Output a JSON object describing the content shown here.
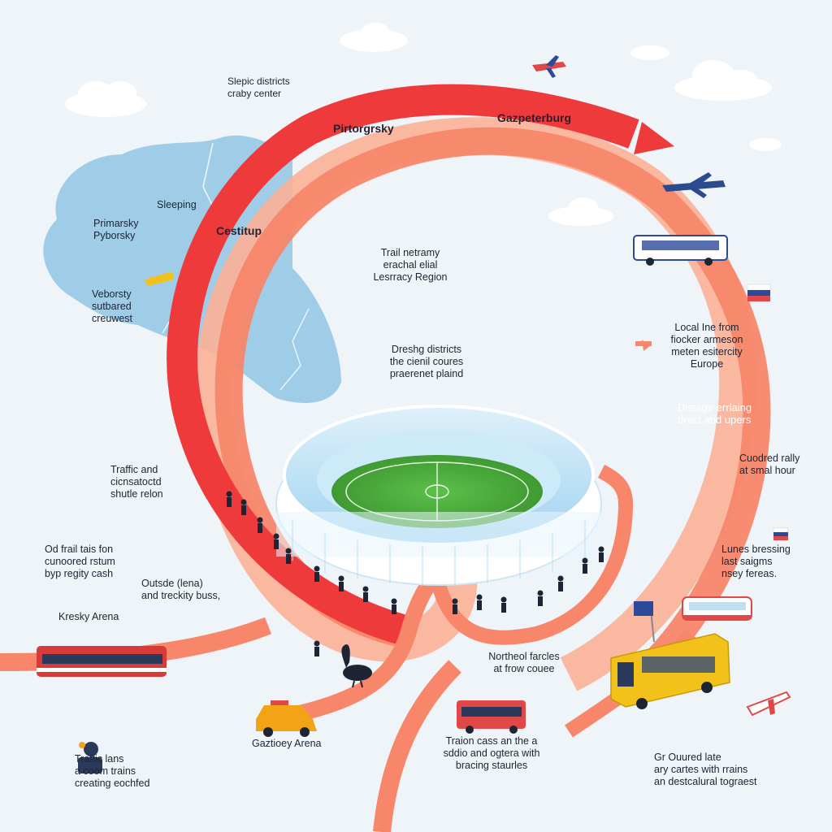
{
  "colors": {
    "background": "#eef4f8",
    "arc_red": "#ef3a3c",
    "arc_salmon": "#f7866a",
    "arc_light": "#fbb197",
    "map_blue": "#9fcde8",
    "pitch_green": "#4fae3c",
    "bus_yellow": "#f3c21a"
  },
  "arc_labels": {
    "left": "Pirtorgrsky",
    "right": "Gazpeterburg",
    "map": "Cestitup"
  },
  "labels": {
    "top_note": "Slepic districts\ncraby center",
    "sleeping": "Sleeping",
    "primorsky": "Primarsky\nPyborsky",
    "vyborgsky": "Veborsty\nsutbared\ncreuwest",
    "trail_region": "Trail netramy\nerachal elial\nLesrracy Region",
    "districts_center": "Dreshg districts\nthe cienil coures\npraerenet plaind",
    "local_line": "Local Ine from\nfiocker armeson\nmeten esitercity\nEurope",
    "distage": "Distage errlaing\ndrect and upers",
    "crowded": "Cuodred rally\nat smal hour",
    "traffic_shuttle": "Traffic and\ncicnsatoctd\nshutle relon",
    "trail_tais": "Od frail tais fon\ncunoored rstum\nbyp regity cash",
    "outside_arena": "Outsde (lena)\nand treckity buss,",
    "lines_breaking": "Lunes bressing\nlast saigms\nnsey fereas.",
    "kresky": "Kresky Arena",
    "northeol": "Northeol farcles\nat frow couee",
    "gazprom_arena": "Gaztioey Arena",
    "traffic_lanes": "Traffic lans\na coom trains\ncreating eochfed",
    "trains_stadium": "Traion cass an the a\nsddio and ogtera with\nbracing staurles",
    "gr_outdated": "Gr Ouured late\nary cartes with rrains\nan destcalural tograest"
  },
  "icons": [
    "plane-icon-top",
    "plane-icon-right",
    "plane-icon-bottom-right",
    "small-plane-icon",
    "bus-icon-right",
    "russia-flag-icon",
    "eu-flag-icon",
    "tram-icon",
    "yellow-bus-icon",
    "train-icon-left",
    "taxi-icon",
    "city-bus-icon",
    "goose-icon",
    "people-icon"
  ]
}
